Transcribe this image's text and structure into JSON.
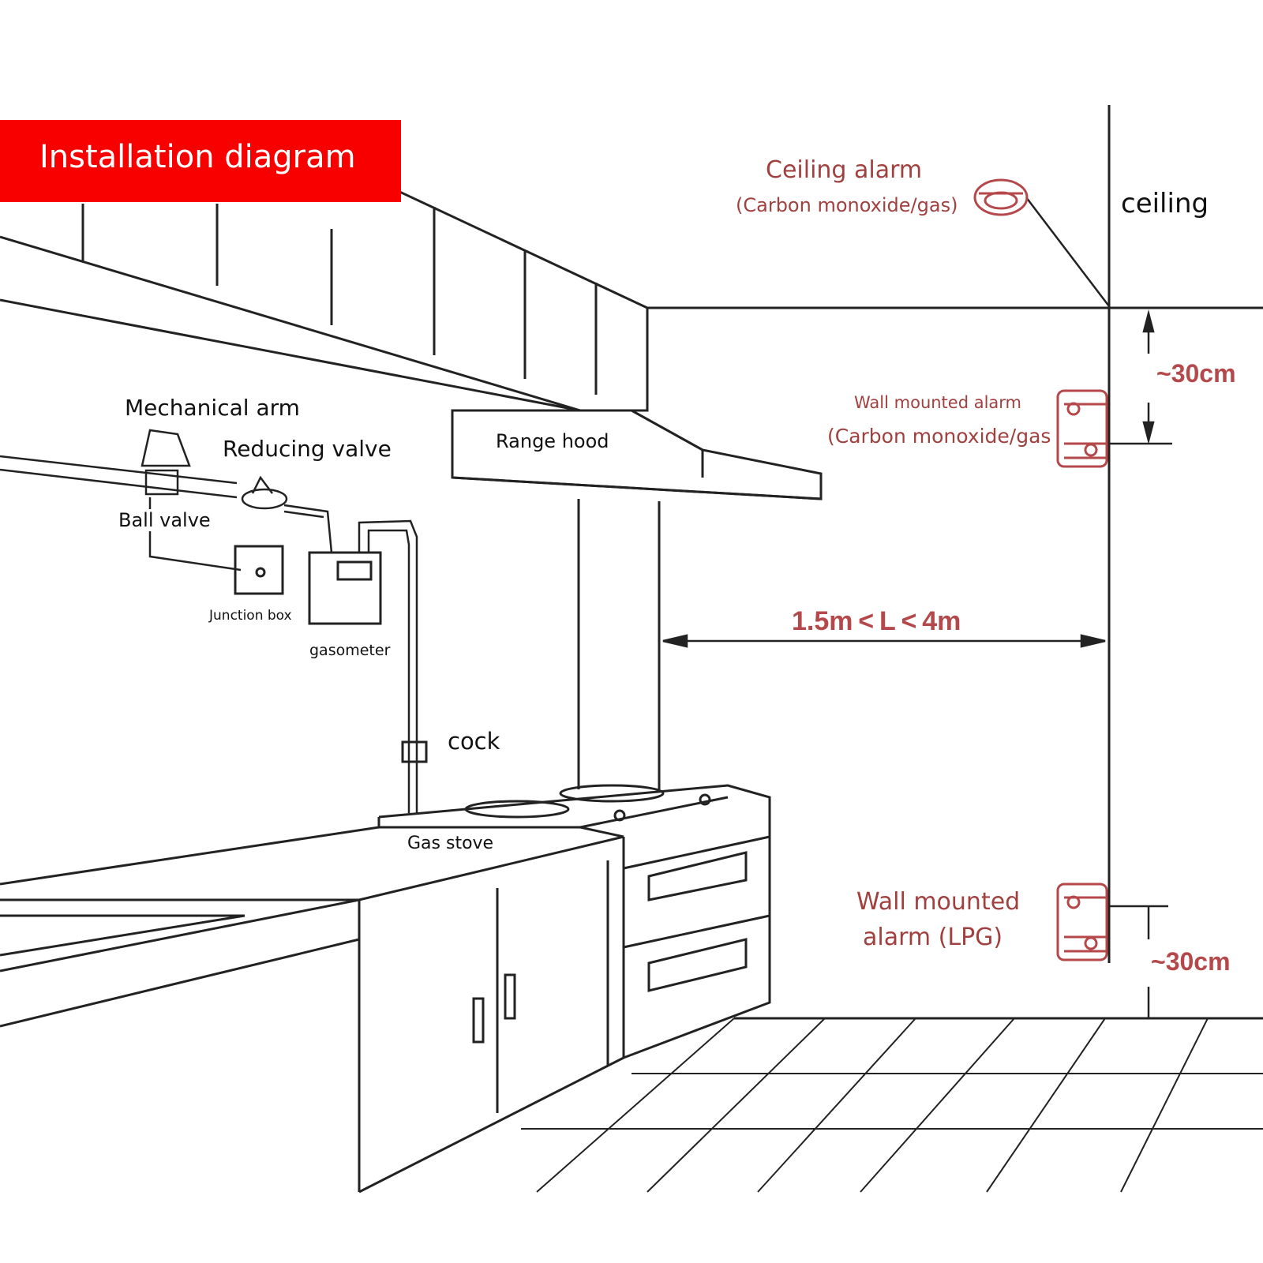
{
  "title": "Installation diagram",
  "labels": {
    "ceiling_alarm": "Ceiling alarm",
    "ceiling_alarm_sub": "(Carbon monoxide/gas)",
    "ceiling": "ceiling",
    "top_distance": "~30cm",
    "wall_alarm_top": "Wall mounted alarm",
    "wall_alarm_top_sub": "(Carbon monoxide/gas",
    "mechanical_arm": "Mechanical arm",
    "reducing_valve": "Reducing valve",
    "range_hood": "Range hood",
    "ball_valve": "Ball valve",
    "junction_box": "Junction box",
    "gasometer": "gasometer",
    "cock": "cock",
    "gas_stove": "Gas stove",
    "distance_range": "1.5m < L < 4m",
    "wall_alarm_lpg_1": "Wall mounted",
    "wall_alarm_lpg_2": "alarm (LPG)",
    "bottom_distance": "~30cm"
  },
  "colors": {
    "banner": "#f90000",
    "alarm": "#a0403f",
    "line": "#222222"
  }
}
